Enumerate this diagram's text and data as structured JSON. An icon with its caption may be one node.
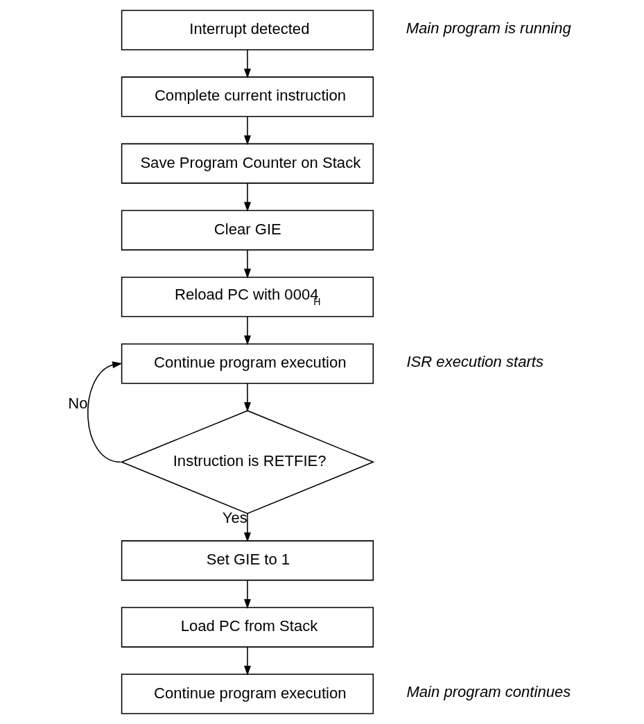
{
  "diagram": {
    "nodes": [
      {
        "text": [
          "Interrupt detected"
        ],
        "beside": [
          "Main program is running"
        ]
      },
      {
        "text": [
          "Complete current instruction"
        ]
      },
      {
        "text": [
          "Save Program Counter on Stack"
        ]
      },
      {
        "text": [
          "Clear GIE"
        ]
      },
      {
        "text": [
          "Reload PC with 0004$_{H}$"
        ]
      },
      {
        "text": [
          "Continue program execution"
        ],
        "beside": [
          "ISR execution starts"
        ]
      },
      {
        "text": [
          "Instruction is RETFIE?"
        ]
      },
      {
        "text": [
          "Set GIE to 1"
        ]
      },
      {
        "text": [
          "Load PC from Stack"
        ]
      },
      {
        "text": [
          "Continue program execution"
        ],
        "beside": [
          "Main program continues"
        ]
      }
    ],
    "edges": [
      {
        "from": 0,
        "to": 1,
        "arrow": "to"
      },
      {
        "from": 1,
        "to": 2,
        "arrow": "to"
      },
      {
        "from": 2,
        "to": 3,
        "arrow": "to"
      },
      {
        "from": 3,
        "to": 4,
        "arrow": "to"
      },
      {
        "from": 4,
        "to": 5,
        "arrow": "to"
      },
      {
        "from": 5,
        "to": 6,
        "arrow": "to"
      },
      {
        "from": 6,
        "to": 5,
        "arrow": "to",
        "label": "No"
      },
      {
        "from": 6,
        "to": 7,
        "arrow": "to",
        "label": "Yes"
      },
      {
        "from": 7,
        "to": 8,
        "arrow": "to"
      },
      {
        "from": 8,
        "to": 9,
        "arrow": "to"
      }
    ]
  }
}
